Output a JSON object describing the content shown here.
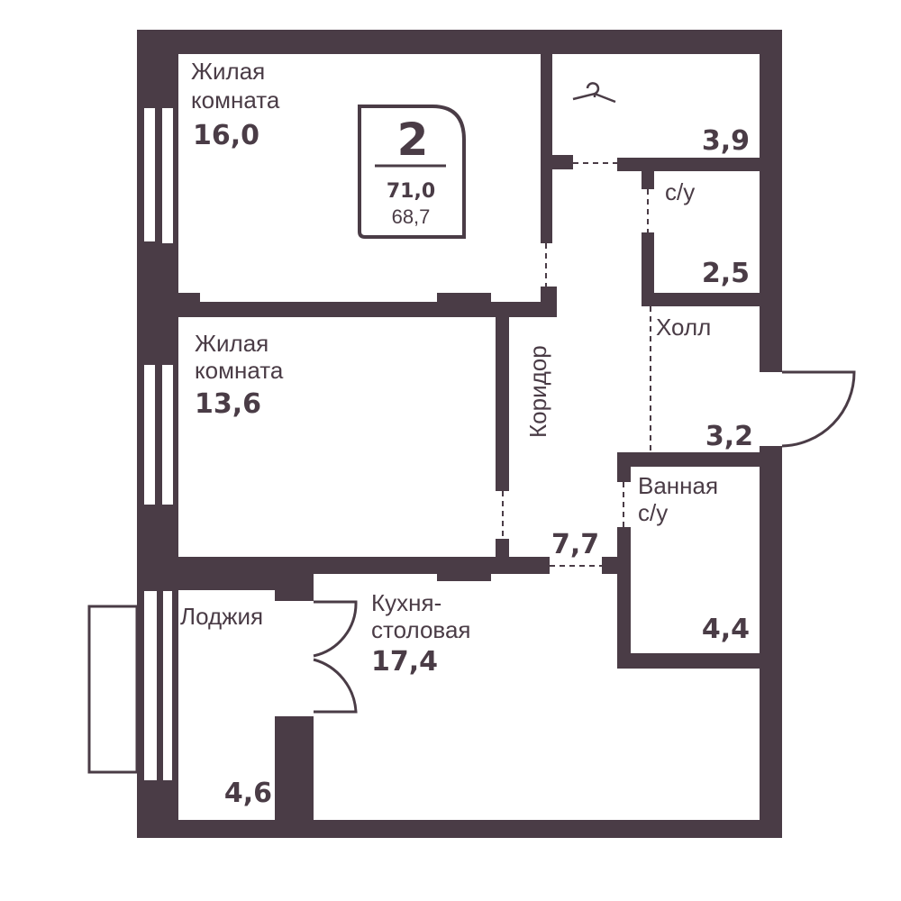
{
  "plan": {
    "rooms_count": "2",
    "total_area": "71,0",
    "living_area": "68,7",
    "wall_color": "#4a3c46"
  },
  "rooms": {
    "living1": {
      "name_line1": "Жилая",
      "name_line2": "комната",
      "area": "16,0"
    },
    "living2": {
      "name_line1": "Жилая",
      "name_line2": "комната",
      "area": "13,6"
    },
    "wardrobe": {
      "area": "3,9"
    },
    "wc": {
      "name": "с/у",
      "area": "2,5"
    },
    "hall": {
      "name": "Холл",
      "area": "3,2"
    },
    "corridor": {
      "name": "Коридор",
      "area": "7,7"
    },
    "bathroom": {
      "name_line1": "Ванная",
      "name_line2": "с/у",
      "area": "4,4"
    },
    "kitchen": {
      "name_line1": "Кухня-",
      "name_line2": "столовая",
      "area": "17,4"
    },
    "loggia": {
      "name": "Лоджия",
      "area": "4,6"
    }
  }
}
